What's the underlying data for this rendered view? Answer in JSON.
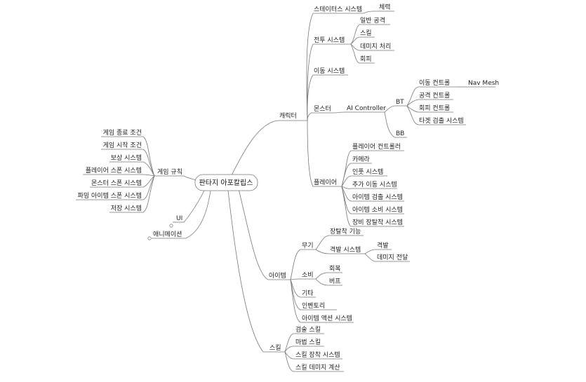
{
  "center": "판타지 아포칼립스",
  "branches": {
    "character": {
      "label": "캐릭터",
      "status": {
        "label": "스테이터스 시스템",
        "children": [
          "체력"
        ]
      },
      "combat": {
        "label": "전투 시스템",
        "children": [
          "일반 공격",
          "스킬",
          "데미지 처리",
          "회피"
        ]
      },
      "movement": "이동 시스템",
      "monster": {
        "label": "몬스터",
        "ai": "AI Controller",
        "bt": {
          "label": "BT",
          "children": [
            "이동 컨트롤",
            "공격 컨트롤",
            "회피 컨트롤",
            "타겟 검출 시스템"
          ],
          "navmesh": "Nav Mesh"
        },
        "bb": "BB"
      },
      "player": {
        "label": "플레이어",
        "children": [
          "플레이어 컨트롤러",
          "카메라",
          "인풋 시스템",
          "추가 이동 시스템",
          "아이템 검출 시스템",
          "아이템 소비 시스템",
          "장비 장탈착 시스템"
        ]
      }
    },
    "item": {
      "label": "아이템",
      "weapon": {
        "label": "무기",
        "equip": "장탈착 기능",
        "hit": {
          "label": "격발 시스템",
          "children": [
            "격발",
            "데미지 전달"
          ]
        }
      },
      "consume": {
        "label": "소비",
        "children": [
          "회복",
          "버프"
        ]
      },
      "etc": "기타",
      "inventory": "인벤토리",
      "action": "아이템 액션 시스템"
    },
    "skill": {
      "label": "스킬",
      "children": [
        "검술 스킬",
        "마법 스킬",
        "스킬 장착 시스템",
        "스킬 데미지 계산"
      ]
    },
    "rules": {
      "label": "게임 규칙",
      "children": [
        "게임 종료 조건",
        "게임 시작 조건",
        "보상 시스템",
        "플레이어 스폰 시스템",
        "몬스터 스폰 시스템",
        "파밍 아이템 스폰 시스템",
        "저장 시스템"
      ]
    },
    "ui": "UI",
    "animation": "애니메이션"
  }
}
